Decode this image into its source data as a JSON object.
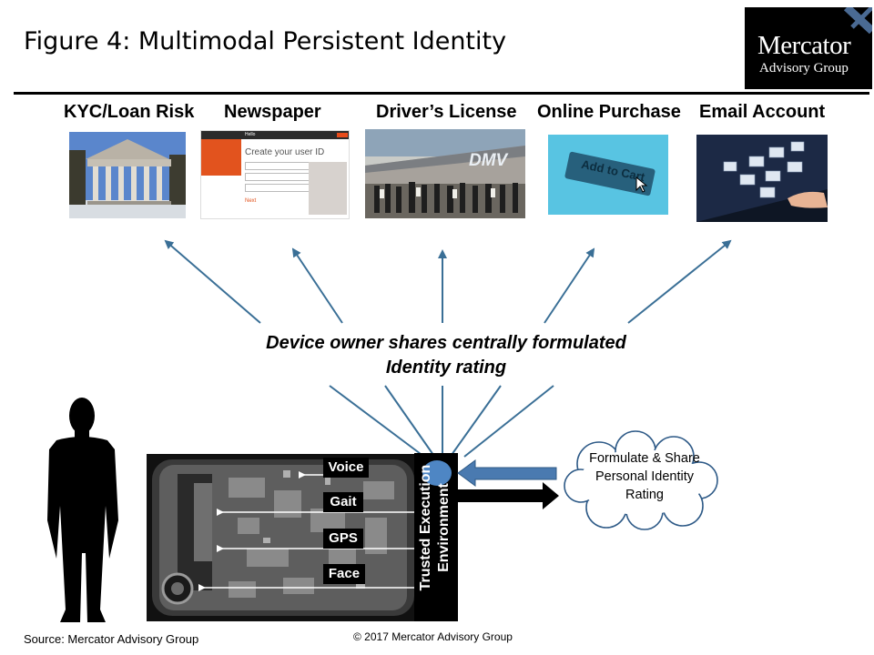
{
  "title": "Figure 4: Multimodal Persistent Identity",
  "logo": {
    "line1": "Mercator",
    "line2": "Advisory Group"
  },
  "categories": [
    {
      "label": "KYC/Loan Risk"
    },
    {
      "label": "Newspaper"
    },
    {
      "label": "Driver’s License"
    },
    {
      "label": "Online Purchase"
    },
    {
      "label": "Email Account"
    }
  ],
  "thumbnails": {
    "newspaper_header": "Hello",
    "newspaper_heading": "Create your user ID",
    "newspaper_next": "Next",
    "dmv_sign": "DMV",
    "add_to_cart": "Add to Cart"
  },
  "share_text": {
    "line1": "Device owner shares centrally formulated",
    "line2": "Identity rating"
  },
  "modalities": [
    "Voice",
    "Gait",
    "GPS",
    "Face"
  ],
  "tee_label": {
    "line1": "Trusted Execution",
    "line2": "Environment"
  },
  "cloud_text": "Formulate & Share Personal Identity Rating",
  "source": "Source: Mercator Advisory Group",
  "copyright": "© 2017 Mercator Advisory Group",
  "colors": {
    "arrow": "#3a6f96",
    "input_arrow": "#4a7ab0",
    "tee_dot": "#4e86c4"
  }
}
